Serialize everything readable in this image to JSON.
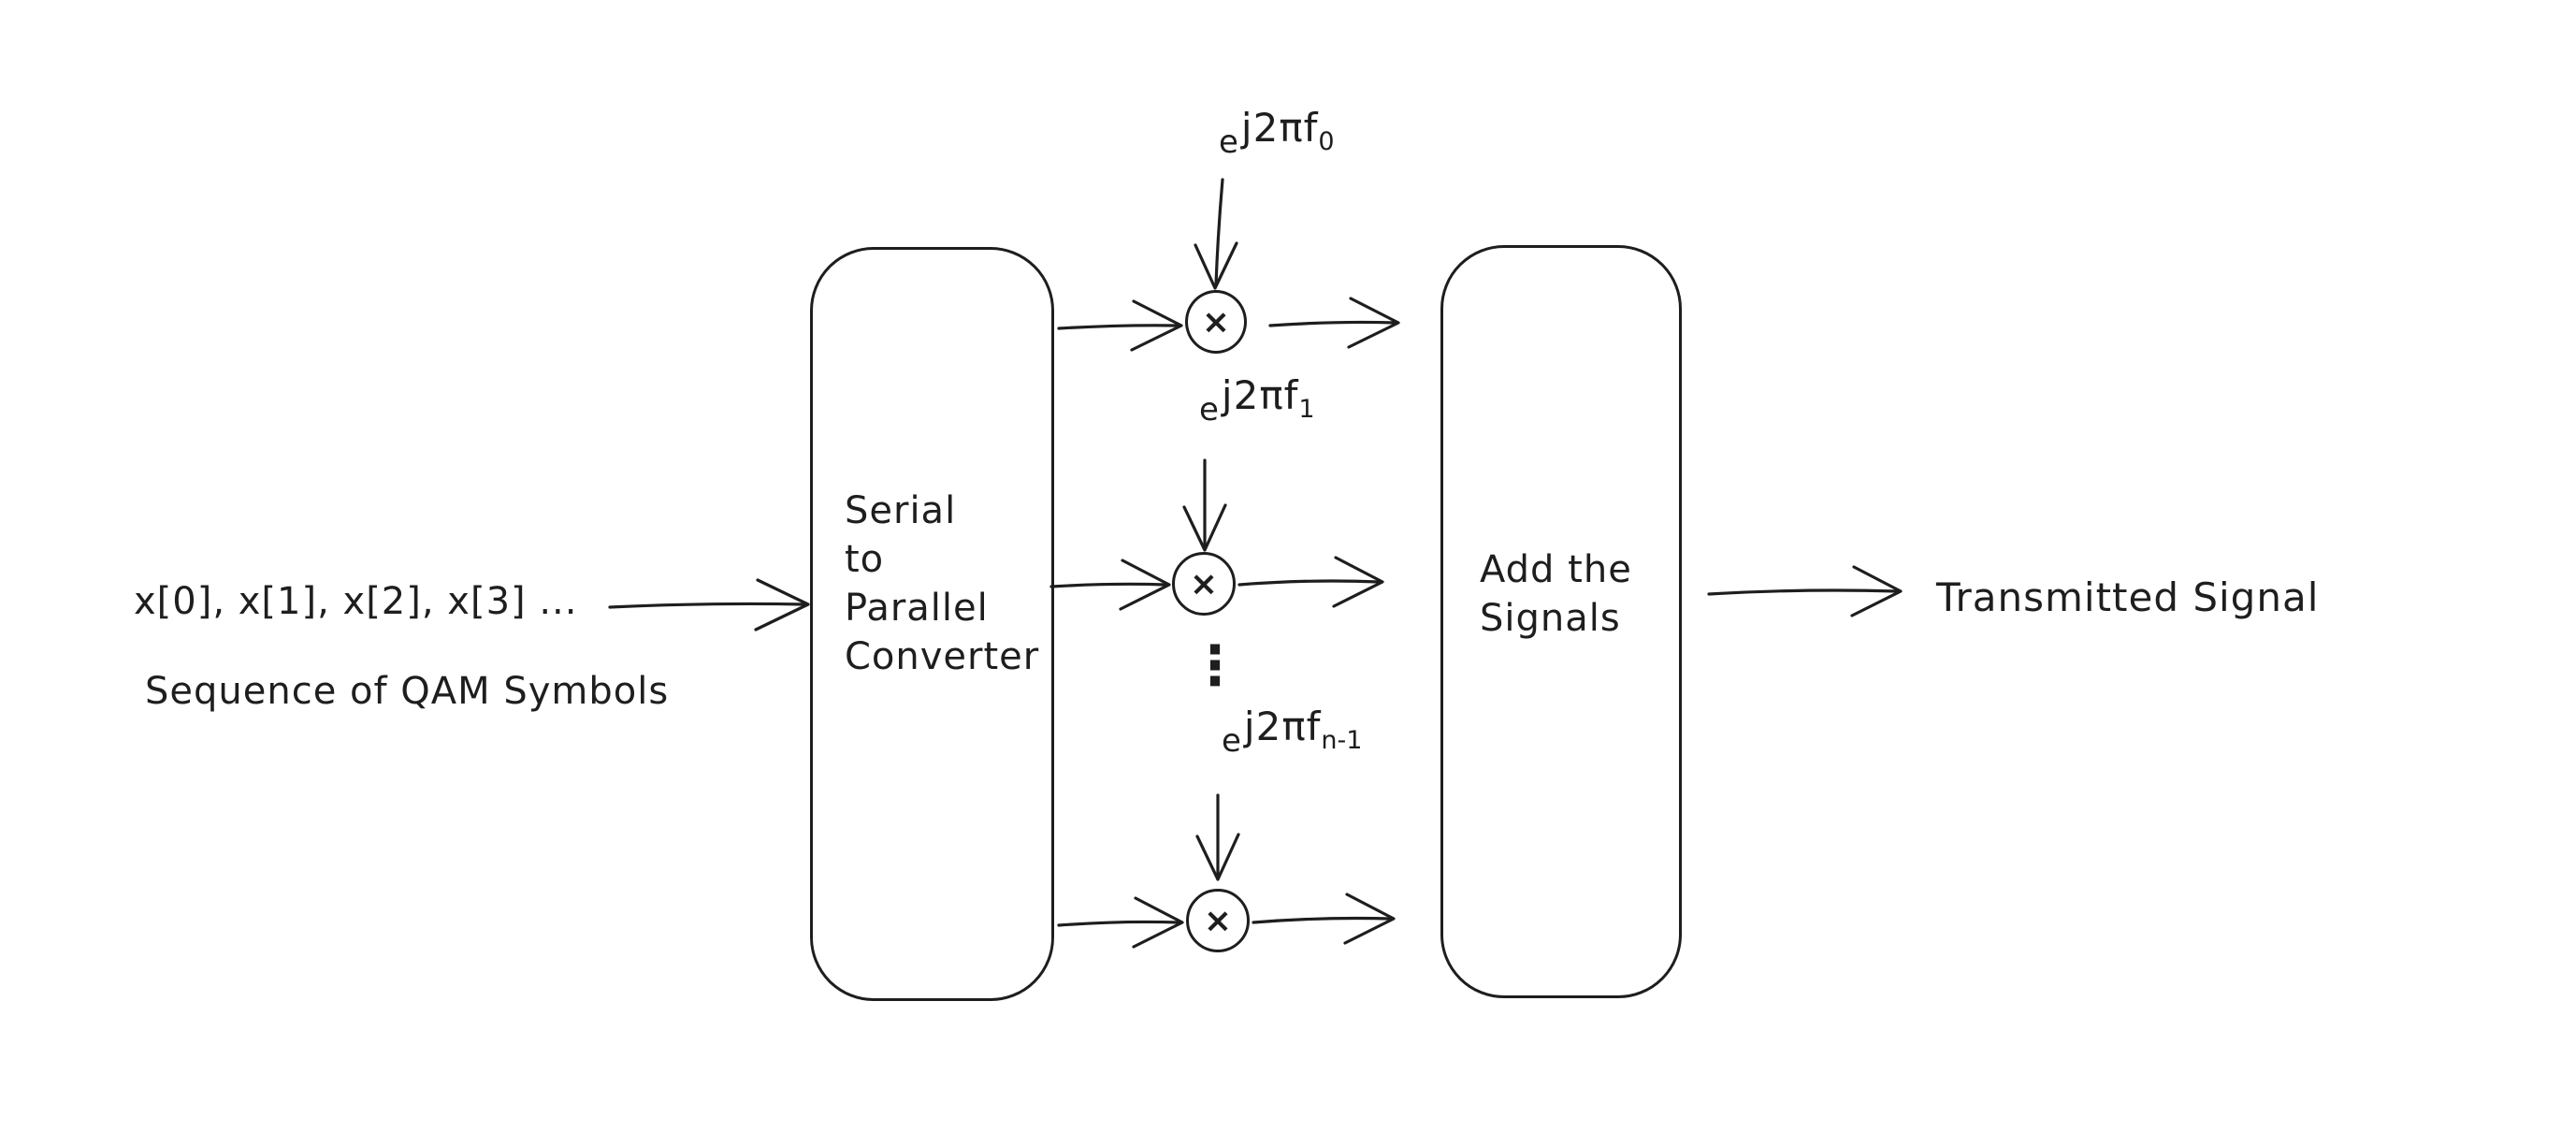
{
  "diagram": {
    "input": {
      "sequence": "x[0], x[1], x[2], x[3] ...",
      "caption": "Sequence of QAM Symbols"
    },
    "serial_to_parallel": {
      "line1": "Serial",
      "line2": "to",
      "line3": "Parallel",
      "line4": "Converter"
    },
    "adder": {
      "line1": "Add the",
      "line2": "Signals"
    },
    "multipliers": [
      {
        "operator": "×",
        "carrier": {
          "base": "e",
          "exponent": "j2πf",
          "index": "0"
        }
      },
      {
        "operator": "×",
        "carrier": {
          "base": "e",
          "exponent": "j2πf",
          "index": "1"
        }
      },
      {
        "operator": "×",
        "carrier": {
          "base": "e",
          "exponent": "j2πf",
          "index": "n-1"
        }
      }
    ],
    "ellipsis": "⋮",
    "output": {
      "label": "Transmitted Signal"
    },
    "colors": {
      "ink": "#1e1e1e",
      "background": "#ffffff"
    }
  }
}
